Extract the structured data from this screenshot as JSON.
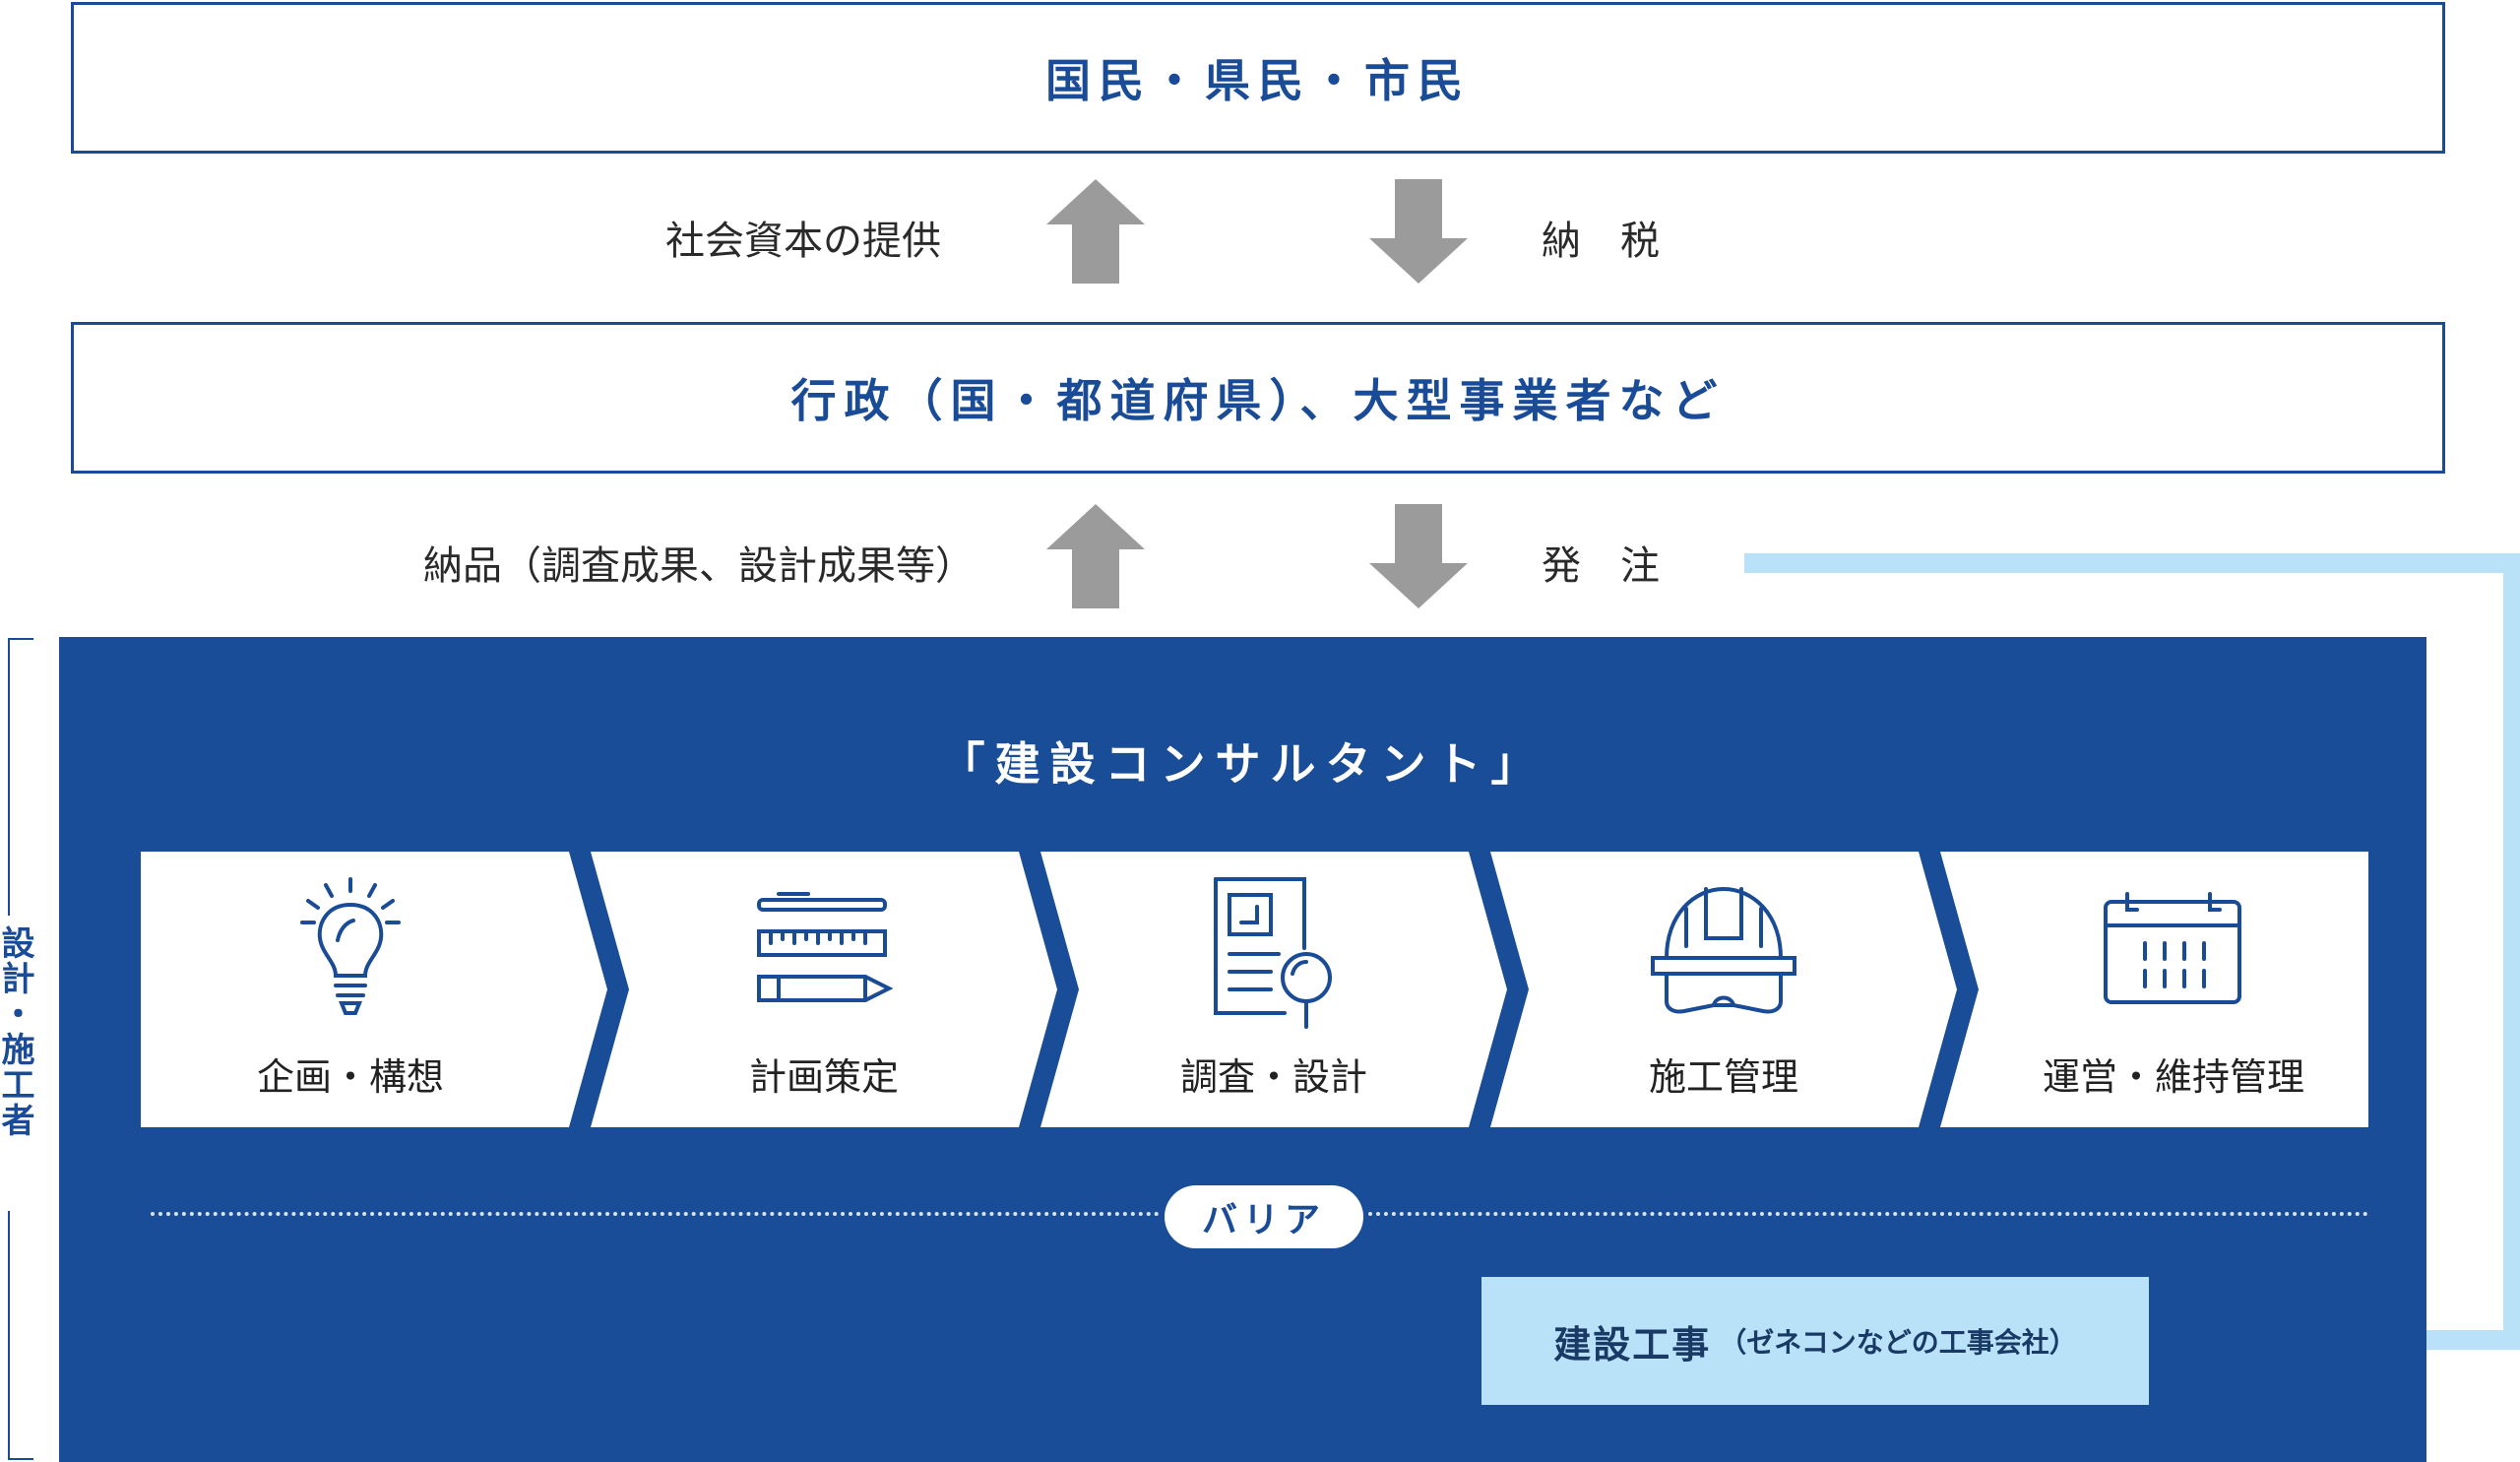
{
  "top_box": {
    "label": "国民・県民・市民"
  },
  "middle_box": {
    "label": "行政（国・都道府県）、大型事業者など"
  },
  "flows": {
    "up1_label": "社会資本の提供",
    "down1_label": "納　税",
    "up2_label": "納品（調査成果、設計成果等）",
    "down2_label": "発　注"
  },
  "side_label": "設計・施工者",
  "consultant": {
    "title": "「建設コンサルタント」",
    "steps": [
      {
        "label": "企画・構想",
        "icon": "lightbulb-icon"
      },
      {
        "label": "計画策定",
        "icon": "pen-ruler-icon"
      },
      {
        "label": "調査・設計",
        "icon": "document-magnifier-icon"
      },
      {
        "label": "施工管理",
        "icon": "hardhat-icon"
      },
      {
        "label": "運営・維持管理",
        "icon": "calendar-icon"
      }
    ]
  },
  "barrier": {
    "label": "バリア"
  },
  "construction": {
    "label": "建設工事",
    "sub": "（ゼネコンなどの工事会社）"
  },
  "colors": {
    "navy": "#194d97",
    "light_blue": "#b9e1f8",
    "arrow_gray": "#9b9b9b",
    "white": "#ffffff"
  }
}
